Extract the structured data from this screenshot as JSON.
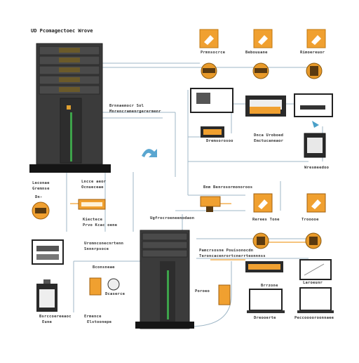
{
  "title": "UD Pcomagectoec Wrove",
  "colors": {
    "accent": "#f0a030",
    "server": "#3a3a3a",
    "line": "#9fb7c7",
    "connector": "#e09a35"
  },
  "labels": {
    "top_icon_1": "Prmnsocrce",
    "top_icon_2": "Bebouuane",
    "top_icon_3": "Rimoereuor",
    "server_top_note": "Brnnaemocr Sol",
    "server_top_note2": "Mnrencramenrgerermenr",
    "mid_right_1": "Dremsorosoo",
    "mid_right_2": "Dnca Uroboed",
    "mid_right_3": "Emctucaneaor",
    "mid_right_4": "Wresmeedoo",
    "left_1": "Leconae",
    "left_2": "Gremnse",
    "left_3": "Lncce aeor",
    "left_4": "Ocnueceae",
    "left_5": "Dn-",
    "left_6": "Kiectece",
    "left_7": "Prvo Kcac oene",
    "left_8": "Uromnconecnrtenn",
    "left_9": "Snnnrpsoce",
    "left_10": "Bconsneae",
    "left_11": "Dcaserce",
    "left_12": "Ermence",
    "left_13": "Elstoonepe",
    "left_14": "Bsrccoereeaoc",
    "left_15": "Eune",
    "center_1": "Ugfrocroeneenodaon",
    "center_2": "Pamcrsosne Pouisonocdn",
    "center_3": "Teroncacenrortcnerrteonnnss",
    "center_4": "Poroeo",
    "right_1": "Bnm Benrosormonoroos",
    "right_2": "Rerees Tone",
    "right_3": "Trooooe",
    "right_4": "Brrzone",
    "right_5": "Dreooerte",
    "right_6": "Peccooooroonnaee",
    "right_7": "Laroeunr"
  }
}
